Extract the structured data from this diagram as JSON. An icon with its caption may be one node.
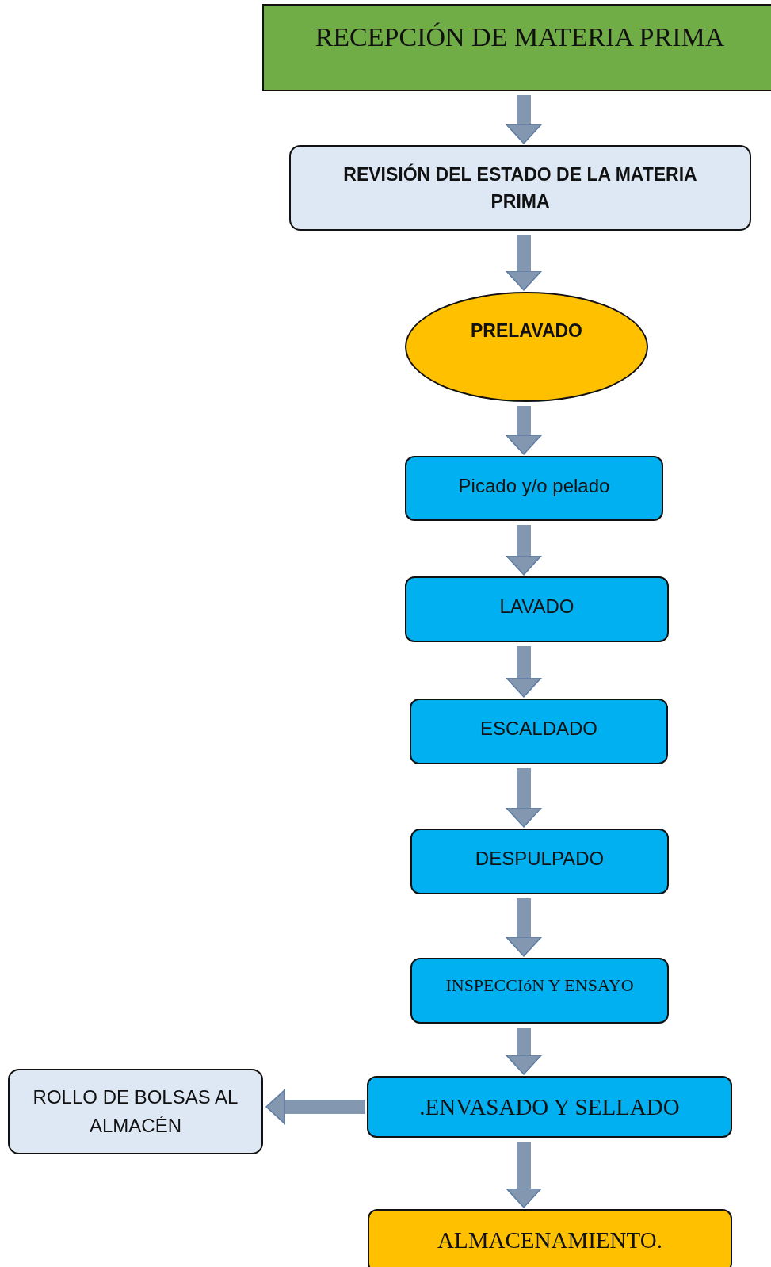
{
  "diagram": {
    "nodes": [
      {
        "text": [
          "RECEPCIÓN DE MATERIA PRIMA"
        ]
      },
      {
        "text": [
          "REVISIÓN DEL ESTADO DE LA MATERIA PRIMA"
        ]
      },
      {
        "text": [
          "PRELAVADO"
        ]
      },
      {
        "text": [
          "Picado y/o pelado"
        ]
      },
      {
        "text": [
          "LAVADO"
        ]
      },
      {
        "text": [
          "ESCALDADO"
        ]
      },
      {
        "text": [
          "DESPULPADO"
        ]
      },
      {
        "text": [
          "INSPECCIóN Y ENSAYO"
        ]
      },
      {
        "text": [
          ".ENVASADO Y SELLADO"
        ]
      },
      {
        "text": [
          "ALMACENAMIENTO."
        ]
      },
      {
        "text": [
          "ROLLO DE BOLSAS AL ALMACÉN"
        ]
      }
    ],
    "edges": [
      {
        "from": 0,
        "to": 1,
        "arrow": "to"
      },
      {
        "from": 1,
        "to": 2,
        "arrow": "to"
      },
      {
        "from": 2,
        "to": 3,
        "arrow": "to"
      },
      {
        "from": 3,
        "to": 4,
        "arrow": "to"
      },
      {
        "from": 4,
        "to": 5,
        "arrow": "to"
      },
      {
        "from": 5,
        "to": 6,
        "arrow": "to"
      },
      {
        "from": 6,
        "to": 7,
        "arrow": "to"
      },
      {
        "from": 7,
        "to": 8,
        "arrow": "to"
      },
      {
        "from": 8,
        "to": 9,
        "arrow": "to"
      },
      {
        "from": 8,
        "to": 10,
        "arrow": "to"
      }
    ]
  }
}
